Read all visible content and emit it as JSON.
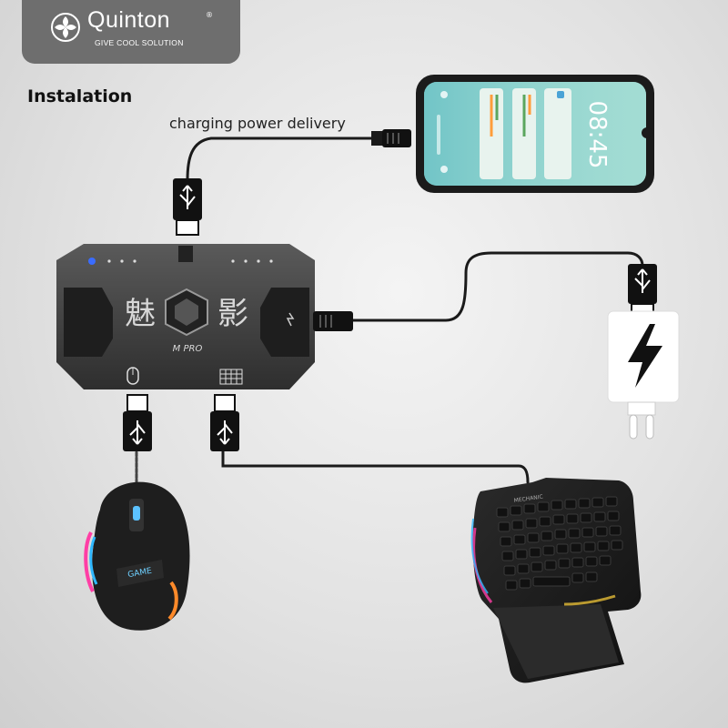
{
  "brand": {
    "name": "Quinton",
    "registered": "®",
    "tagline": "GIVE COOL SOLUTION"
  },
  "heading": "Instalation",
  "cable_label": "charging power delivery",
  "phone": {
    "time": "08:45"
  },
  "adapter": {
    "left_glyph": "魅",
    "right_glyph": "影",
    "model": "M PRO"
  },
  "mouse": {
    "label": "GAME"
  },
  "keyboard": {
    "brand": "MECHANIC"
  },
  "colors": {
    "badge": "#6e6e6e",
    "adapter_body": "#454545",
    "cable": "#1a1a1a",
    "led": "#3a6cff"
  }
}
